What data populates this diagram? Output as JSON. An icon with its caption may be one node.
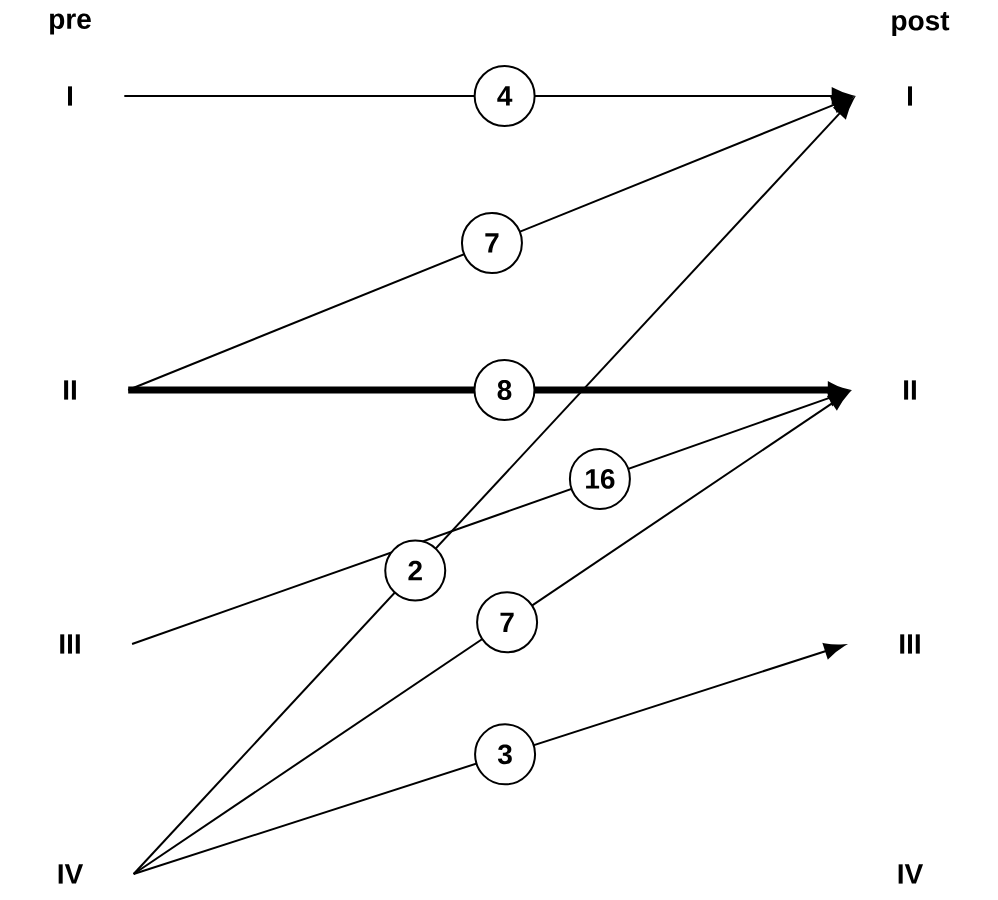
{
  "diagram": {
    "nodes": [
      {
        "text": [
          "I"
        ]
      },
      {
        "text": [
          "II"
        ]
      },
      {
        "text": [
          "III"
        ]
      },
      {
        "text": [
          "IV"
        ]
      },
      {
        "text": [
          "I"
        ]
      },
      {
        "text": [
          "II"
        ]
      },
      {
        "text": [
          "III"
        ]
      },
      {
        "text": [
          "IV"
        ]
      }
    ],
    "edges": [
      {
        "from": 0,
        "to": 4,
        "arrow": "to",
        "label": "4"
      },
      {
        "from": 1,
        "to": 4,
        "arrow": "to",
        "label": "7"
      },
      {
        "from": 1,
        "to": 5,
        "arrow": "to",
        "label": "8",
        "style": "thick"
      },
      {
        "from": 2,
        "to": 5,
        "arrow": "to",
        "label": "16"
      },
      {
        "from": 3,
        "to": 4,
        "arrow": "to",
        "label": "2"
      },
      {
        "from": 3,
        "to": 5,
        "arrow": "to",
        "label": "7"
      },
      {
        "from": 3,
        "to": 6,
        "arrow": "to",
        "label": "3"
      }
    ],
    "labels": [
      "pre",
      "post"
    ]
  }
}
